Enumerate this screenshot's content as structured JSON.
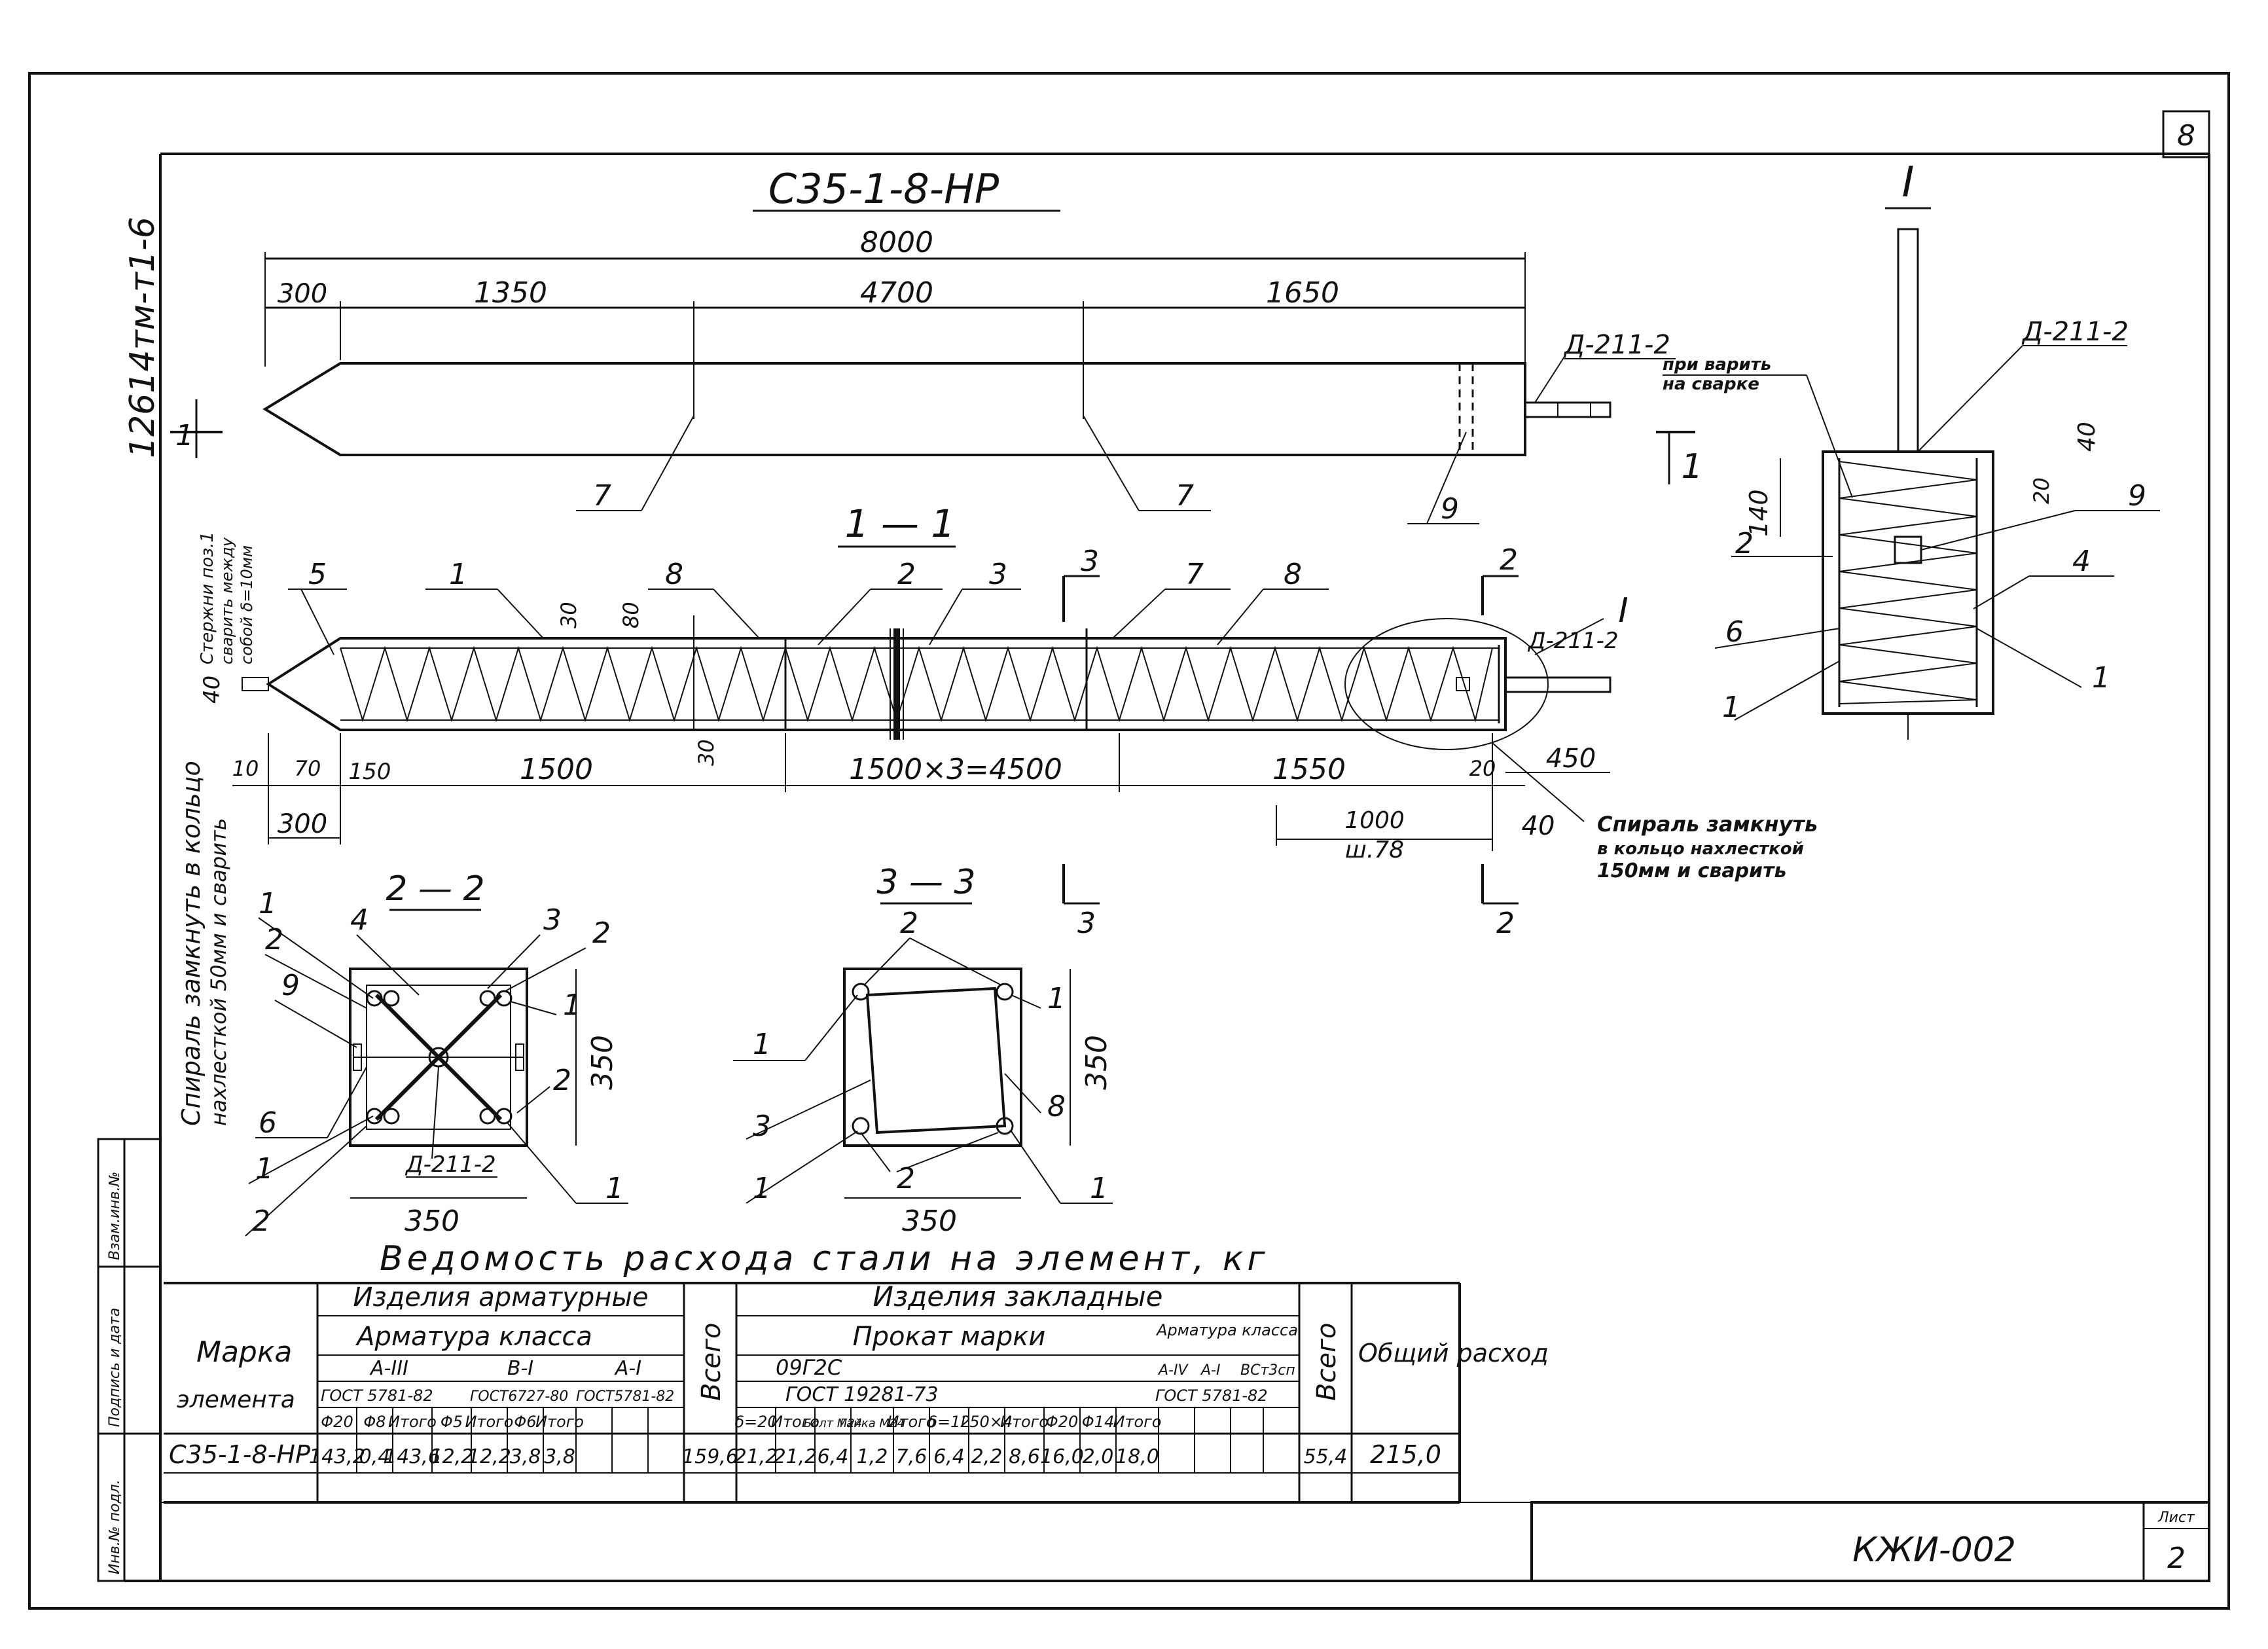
{
  "sheet_number": "8",
  "side_code": "12614тм-т1-6",
  "main_title": "С35-1-8-НР",
  "elevation": {
    "total": "8000",
    "d1": "300",
    "d2": "1350",
    "d3": "4700",
    "d4": "1650",
    "callout_d": "Д-211-2",
    "pos7a": "7",
    "pos7b": "7",
    "pos9": "9",
    "cut_left": "1",
    "cut_right": "1"
  },
  "section11": {
    "title": "1 — 1",
    "labels": [
      "5",
      "1",
      "30",
      "80",
      "8",
      "2",
      "3",
      "3",
      "7",
      "8",
      "2",
      "Д-211-2",
      "I"
    ],
    "dims_bottom": [
      "10",
      "70",
      "150",
      "1500",
      "1500×3=4500",
      "1550",
      "20",
      "450"
    ],
    "dim_300": "300",
    "dim_30": "30",
    "dim_40": "40",
    "dim_1000": "1000",
    "dim_sh78": "ш.78",
    "dim_40b": "40",
    "note_spiral_right": [
      "Спираль замкнуть",
      "в кольцо нахлесткой",
      "150мм и сварить"
    ],
    "note_left_rods": [
      "Стержни поз.1",
      "сварить между",
      "собой δ=10мм"
    ],
    "note_left_spiral": [
      "Спираль замкнуть в кольцо",
      "нахлесткой 50мм и сварить"
    ],
    "cut_3": "3",
    "cut_2": "2"
  },
  "detail_I": {
    "title": "I",
    "callout": "Д-211-2",
    "note": [
      "при варить",
      "на сварке"
    ],
    "dims": [
      "140",
      "40",
      "20"
    ],
    "labels": [
      "9",
      "2",
      "4",
      "6",
      "1",
      "1"
    ]
  },
  "section22": {
    "title": "2 — 2",
    "labels_left": [
      "1",
      "2",
      "9",
      "6",
      "1",
      "2"
    ],
    "labels_top": [
      "4",
      "3",
      "2"
    ],
    "labels_right": [
      "1",
      "2",
      "1"
    ],
    "callout": "Д-211-2",
    "dim_h": "350",
    "dim_w": "350"
  },
  "section33": {
    "title": "3 — 3",
    "labels": [
      "2",
      "1",
      "1",
      "3",
      "1",
      "2",
      "8",
      "1"
    ],
    "dim_h": "350",
    "dim_w": "350",
    "cut_3": "3"
  },
  "table": {
    "title": "Ведомость расхода стали на элемент, кг",
    "h_marka": "Марка",
    "h_element": "элемента",
    "h_arm": "Изделия арматурные",
    "h_arm_class": "Арматура класса",
    "h_zakl": "Изделия закладные",
    "h_prokat": "Прокат марки",
    "h_arm_class2": "Арматура класса",
    "h_vsego": "Всего",
    "h_vsego2": "Всего",
    "h_total": "Общий расход",
    "classes": [
      "А-III",
      "В-I",
      "А-I"
    ],
    "gosts": [
      "ГОСТ 5781-82",
      "ГОСТ6727-80",
      "ГОСТ5781-82"
    ],
    "steel": "09Г2С",
    "steel_gost": "ГОСТ 19281-73",
    "cls2": [
      "А-IV",
      "А-I",
      "ВСт3сп"
    ],
    "gost2": "ГОСТ 5781-82",
    "cols": [
      "Φ20",
      "Φ8",
      "Итого",
      "Φ5",
      "Итого",
      "Φ6",
      "Итого",
      "δ=20",
      "Итого",
      "Болт М24",
      "Гайка М24",
      "Итого",
      "δ=12",
      "L50×4",
      "Итого",
      "Φ20",
      "Φ14",
      "Итого"
    ],
    "row_mark": "С35-1-8-НР",
    "row": [
      "143,2",
      "0,4",
      "143,6",
      "12,2",
      "12,2",
      "3,8",
      "3,8",
      "159,6",
      "21,2",
      "21,2",
      "6,4",
      "1,2",
      "7,6",
      "6,4",
      "2,2",
      "8,6",
      "16,0",
      "2,0",
      "18,0",
      "55,4",
      "215,0"
    ]
  },
  "stamp": {
    "code": "КЖИ-002",
    "list_label": "Лист",
    "list_num": "2",
    "side_labels": [
      "Взам.инв.№",
      "Подпись и дата",
      "Инв.№ подл."
    ]
  }
}
